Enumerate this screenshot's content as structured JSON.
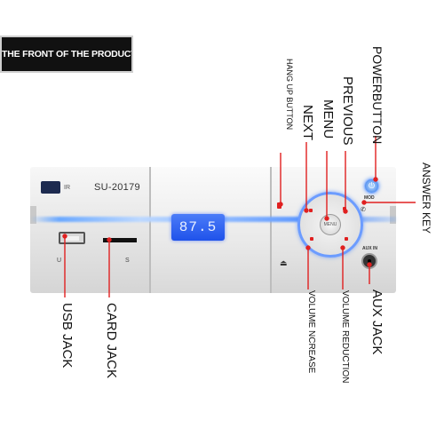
{
  "banner": {
    "title": "THE FRONT OF THE PRODUCT"
  },
  "device": {
    "model": "SU-20179",
    "ir_label": "IR",
    "display_value": "87.5",
    "usb_label": "U",
    "card_label": "S",
    "menu_label": "MENU",
    "mod_label": "MOD",
    "aux_label": "AUX IN"
  },
  "callouts": {
    "hang_up": "HANG UP BUTTON",
    "next": "NEXT",
    "menu": "MENU",
    "previous": "PREVIOUS",
    "power": "POWERBUTTON",
    "answer": "ANSWER KEY",
    "usb_jack": "USB JACK",
    "card_jack": "CARD JACK",
    "volume_increase": "VOLUME NCREASE",
    "volume_reduction": "VOLUME REDUCTION",
    "aux_jack": "AUX JACK"
  },
  "colors": {
    "accent_blue": "#4f8fff",
    "display_blue": "#1f52ea",
    "callout_red": "#e02020"
  }
}
